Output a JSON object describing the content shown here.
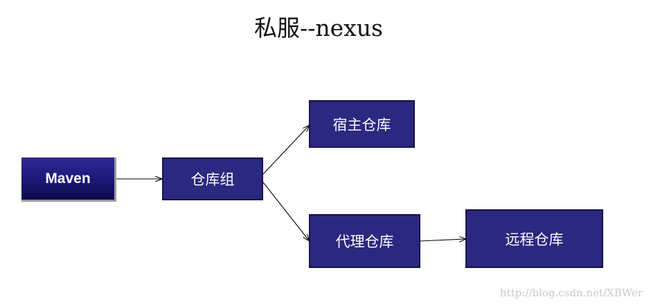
{
  "title": "私服--nexus",
  "nodes": {
    "maven": "Maven",
    "group": "仓库组",
    "hosted": "宿主仓库",
    "proxy": "代理仓库",
    "remote": "远程仓库"
  },
  "colors": {
    "box_fill": "#2b2880",
    "box_border": "#15134a",
    "text": "#ffffff",
    "arrow": "#000000"
  },
  "watermark": "http://blog.csdn.net/XBWer"
}
